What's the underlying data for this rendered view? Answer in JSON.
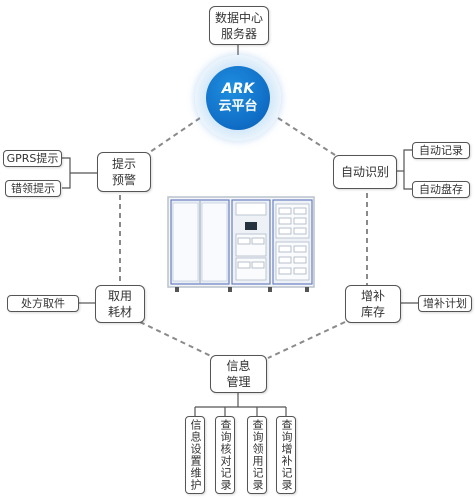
{
  "server": {
    "line1": "数据中心",
    "line2": "服务器"
  },
  "cloud": {
    "logo": "ARK",
    "label": "云平台"
  },
  "alert": {
    "line1": "提示",
    "line2": "预警",
    "items": [
      "GPRS提示",
      "错领提示"
    ]
  },
  "recognize": {
    "label": "自动识别",
    "items": [
      "自动记录",
      "自动盘存"
    ]
  },
  "take": {
    "line1": "取用",
    "line2": "耗材",
    "items": [
      "处方取件"
    ]
  },
  "restock": {
    "line1": "增补",
    "line2": "库存",
    "items": [
      "增补计划"
    ]
  },
  "info": {
    "line1": "信息",
    "line2": "管理",
    "items": [
      "信息设置维护",
      "查询核对记录",
      "查询领用记录",
      "查询增补记录"
    ]
  },
  "colors": {
    "accent": "#0f6cc4",
    "line": "#888888",
    "box_border": "#555555"
  }
}
